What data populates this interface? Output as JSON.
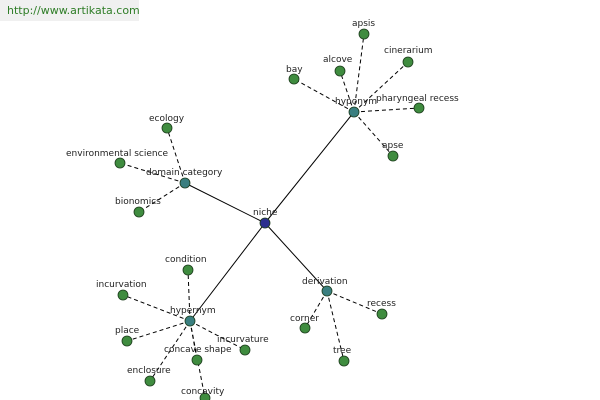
{
  "source_url": "http://www.artikata.com",
  "graph": {
    "root": {
      "id": "niche",
      "label": "niche",
      "color": "#2b2f8f"
    },
    "categories": [
      {
        "id": "hyponym",
        "label": "hyponym",
        "color": "#3a7f80",
        "children": [
          "apsis",
          "alcove",
          "cinerarium",
          "bay",
          "pharyngeal recess",
          "apse"
        ]
      },
      {
        "id": "domain-category",
        "label": "domain category",
        "color": "#3a7f80",
        "children": [
          "ecology",
          "environmental science",
          "bionomics"
        ]
      },
      {
        "id": "hypernym",
        "label": "hypernym",
        "color": "#3a7f80",
        "children": [
          "condition",
          "incurvation",
          "place",
          "incurvature",
          "concave shape",
          "enclosure",
          "concavity"
        ]
      },
      {
        "id": "derivation",
        "label": "derivation",
        "color": "#3a7f80",
        "children": [
          "recess",
          "corner",
          "tree"
        ]
      }
    ],
    "leaf_color": "#3f8c3f"
  }
}
